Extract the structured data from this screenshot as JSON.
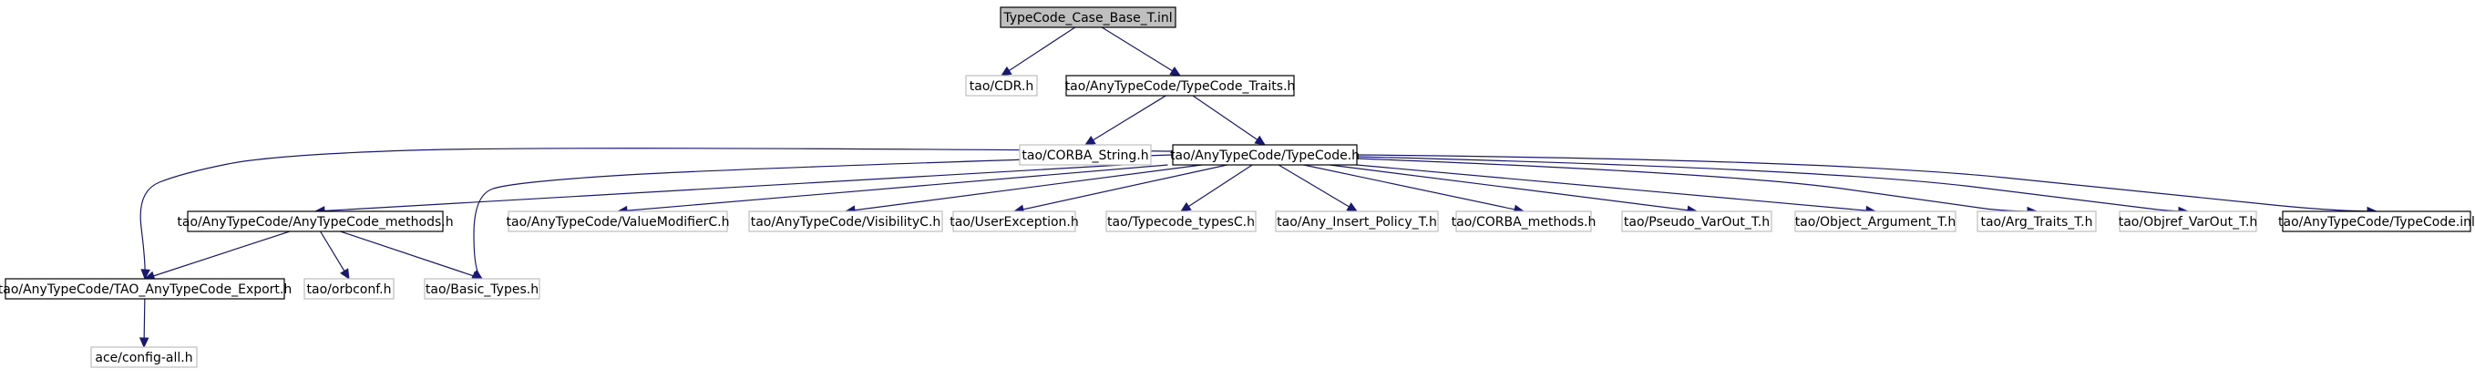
{
  "diagram": {
    "nodes": [
      {
        "id": "root",
        "label": "TypeCode_Case_Base_T.inl",
        "style": "root"
      },
      {
        "id": "cdr",
        "label": "tao/CDR.h",
        "style": "plain"
      },
      {
        "id": "traits",
        "label": "tao/AnyTypeCode/TypeCode_Traits.h",
        "style": "linked"
      },
      {
        "id": "corbastring",
        "label": "tao/CORBA_String.h",
        "style": "plain"
      },
      {
        "id": "typecode",
        "label": "tao/AnyTypeCode/TypeCode.h",
        "style": "linked"
      },
      {
        "id": "methods",
        "label": "tao/AnyTypeCode/AnyTypeCode_methods.h",
        "style": "linked"
      },
      {
        "id": "valuemod",
        "label": "tao/AnyTypeCode/ValueModifierC.h",
        "style": "plain"
      },
      {
        "id": "visibility",
        "label": "tao/AnyTypeCode/VisibilityC.h",
        "style": "plain"
      },
      {
        "id": "userexc",
        "label": "tao/UserException.h",
        "style": "plain"
      },
      {
        "id": "typestypes",
        "label": "tao/Typecode_typesC.h",
        "style": "plain"
      },
      {
        "id": "anyinsert",
        "label": "tao/Any_Insert_Policy_T.h",
        "style": "plain"
      },
      {
        "id": "corbamethods",
        "label": "tao/CORBA_methods.h",
        "style": "plain"
      },
      {
        "id": "pseudo",
        "label": "tao/Pseudo_VarOut_T.h",
        "style": "plain"
      },
      {
        "id": "objarg",
        "label": "tao/Object_Argument_T.h",
        "style": "plain"
      },
      {
        "id": "argtraits",
        "label": "tao/Arg_Traits_T.h",
        "style": "plain"
      },
      {
        "id": "objref",
        "label": "tao/Objref_VarOut_T.h",
        "style": "plain"
      },
      {
        "id": "typecodeinl",
        "label": "tao/AnyTypeCode/TypeCode.inl",
        "style": "linked"
      },
      {
        "id": "export",
        "label": "tao/AnyTypeCode/TAO_AnyTypeCode_Export.h",
        "style": "linked"
      },
      {
        "id": "orbconf",
        "label": "tao/orbconf.h",
        "style": "plain"
      },
      {
        "id": "basictypes",
        "label": "tao/Basic_Types.h",
        "style": "plain"
      },
      {
        "id": "configall",
        "label": "ace/config-all.h",
        "style": "plain"
      }
    ],
    "edges": [
      {
        "from": "root",
        "to": "cdr"
      },
      {
        "from": "root",
        "to": "traits"
      },
      {
        "from": "traits",
        "to": "corbastring"
      },
      {
        "from": "traits",
        "to": "typecode"
      },
      {
        "from": "typecode",
        "to": "export"
      },
      {
        "from": "typecode",
        "to": "methods"
      },
      {
        "from": "typecode",
        "to": "basictypes"
      },
      {
        "from": "typecode",
        "to": "valuemod"
      },
      {
        "from": "typecode",
        "to": "visibility"
      },
      {
        "from": "typecode",
        "to": "userexc"
      },
      {
        "from": "typecode",
        "to": "typestypes"
      },
      {
        "from": "typecode",
        "to": "anyinsert"
      },
      {
        "from": "typecode",
        "to": "corbamethods"
      },
      {
        "from": "typecode",
        "to": "pseudo"
      },
      {
        "from": "typecode",
        "to": "objarg"
      },
      {
        "from": "typecode",
        "to": "argtraits"
      },
      {
        "from": "typecode",
        "to": "objref"
      },
      {
        "from": "typecode",
        "to": "typecodeinl"
      },
      {
        "from": "methods",
        "to": "export"
      },
      {
        "from": "methods",
        "to": "orbconf"
      },
      {
        "from": "methods",
        "to": "basictypes"
      },
      {
        "from": "export",
        "to": "configall"
      }
    ]
  }
}
